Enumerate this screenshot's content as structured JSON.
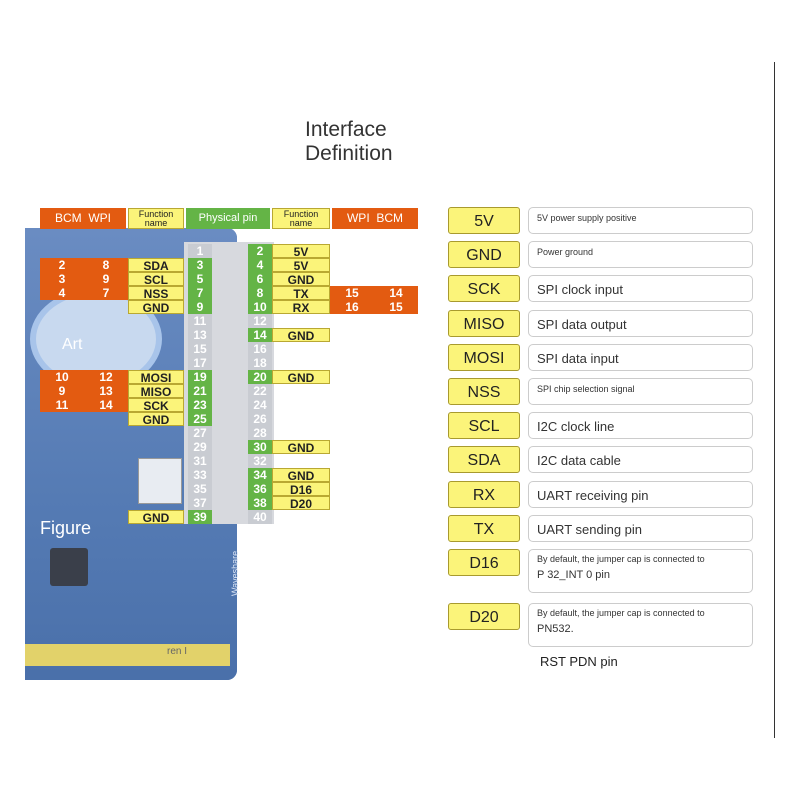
{
  "title": {
    "line1": "Interface",
    "line2": "Definition"
  },
  "header_row": {
    "bcm": "BCM",
    "wpi": "WPI",
    "function_name": "Function name",
    "physical_pin": "Physical pin"
  },
  "board": {
    "art": "Art",
    "figure": "Figure",
    "brand": "Waveshare",
    "ren": "ren I"
  },
  "pins": [
    {
      "left": {
        "fn": "",
        "pin": "1"
      },
      "right": {
        "pin": "2",
        "fn": "5V",
        "wpi": "",
        "bcm": ""
      }
    },
    {
      "left": {
        "bcm": "2",
        "wpi": "8",
        "fn": "SDA",
        "pin": "3"
      },
      "right": {
        "pin": "4",
        "fn": "5V",
        "wpi": "",
        "bcm": ""
      }
    },
    {
      "left": {
        "bcm": "3",
        "wpi": "9",
        "fn": "SCL",
        "pin": "5"
      },
      "right": {
        "pin": "6",
        "fn": "GND",
        "wpi": "",
        "bcm": ""
      }
    },
    {
      "left": {
        "bcm": "4",
        "wpi": "7",
        "fn": "NSS",
        "pin": "7"
      },
      "right": {
        "pin": "8",
        "fn": "TX",
        "wpi": "15",
        "bcm": "14"
      }
    },
    {
      "left": {
        "bcm": "",
        "wpi": "",
        "fn": "GND",
        "pin": "9"
      },
      "right": {
        "pin": "10",
        "fn": "RX",
        "wpi": "16",
        "bcm": "15"
      }
    },
    {
      "left": {
        "fn": "",
        "pin": "11"
      },
      "right": {
        "pin": "12",
        "fn": "",
        "wpi": "",
        "bcm": ""
      }
    },
    {
      "left": {
        "fn": "",
        "pin": "13"
      },
      "right": {
        "pin": "14",
        "fn": "GND",
        "wpi": "",
        "bcm": ""
      }
    },
    {
      "left": {
        "fn": "",
        "pin": "15"
      },
      "right": {
        "pin": "16",
        "fn": "",
        "wpi": "",
        "bcm": ""
      }
    },
    {
      "left": {
        "fn": "",
        "pin": "17"
      },
      "right": {
        "pin": "18",
        "fn": "",
        "wpi": "",
        "bcm": ""
      }
    },
    {
      "left": {
        "bcm": "10",
        "wpi": "12",
        "fn": "MOSI",
        "pin": "19"
      },
      "right": {
        "pin": "20",
        "fn": "GND",
        "wpi": "",
        "bcm": ""
      }
    },
    {
      "left": {
        "bcm": "9",
        "wpi": "13",
        "fn": "MISO",
        "pin": "21"
      },
      "right": {
        "pin": "22",
        "fn": "",
        "wpi": "",
        "bcm": ""
      }
    },
    {
      "left": {
        "bcm": "11",
        "wpi": "14",
        "fn": "SCK",
        "pin": "23"
      },
      "right": {
        "pin": "24",
        "fn": "",
        "wpi": "",
        "bcm": ""
      }
    },
    {
      "left": {
        "bcm": "",
        "wpi": "",
        "fn": "GND",
        "pin": "25"
      },
      "right": {
        "pin": "26",
        "fn": "",
        "wpi": "",
        "bcm": ""
      }
    },
    {
      "left": {
        "fn": "",
        "pin": "27"
      },
      "right": {
        "pin": "28",
        "fn": "",
        "wpi": "",
        "bcm": ""
      }
    },
    {
      "left": {
        "fn": "",
        "pin": "29"
      },
      "right": {
        "pin": "30",
        "fn": "GND",
        "wpi": "",
        "bcm": ""
      }
    },
    {
      "left": {
        "fn": "",
        "pin": "31"
      },
      "right": {
        "pin": "32",
        "fn": "",
        "wpi": "",
        "bcm": ""
      }
    },
    {
      "left": {
        "fn": "",
        "pin": "33"
      },
      "right": {
        "pin": "34",
        "fn": "GND",
        "wpi": "",
        "bcm": ""
      }
    },
    {
      "left": {
        "fn": "",
        "pin": "35"
      },
      "right": {
        "pin": "36",
        "fn": "D16",
        "wpi": "",
        "bcm": ""
      }
    },
    {
      "left": {
        "fn": "",
        "pin": "37"
      },
      "right": {
        "pin": "38",
        "fn": "D20",
        "wpi": "",
        "bcm": ""
      }
    },
    {
      "left": {
        "bcm": "",
        "wpi": "",
        "fn": "GND",
        "pin": "39"
      },
      "right": {
        "pin": "40",
        "fn": "",
        "wpi": "",
        "bcm": ""
      }
    }
  ],
  "legend": [
    {
      "key": "5V",
      "desc": "5V power supply positive",
      "size": "small"
    },
    {
      "key": "GND",
      "desc": "Power ground",
      "size": "small"
    },
    {
      "key": "SCK",
      "desc": "SPI clock input",
      "size": "mid"
    },
    {
      "key": "MISO",
      "desc": "SPI data output",
      "size": "mid"
    },
    {
      "key": "MOSI",
      "desc": "SPI data input",
      "size": "mid"
    },
    {
      "key": "NSS",
      "desc": "SPI chip selection signal",
      "size": "small"
    },
    {
      "key": "SCL",
      "desc": "I2C clock line",
      "size": "mid"
    },
    {
      "key": "SDA",
      "desc": "I2C data cable",
      "size": "mid"
    },
    {
      "key": "RX",
      "desc": "UART receiving pin",
      "size": "mid"
    },
    {
      "key": "TX",
      "desc": "UART sending pin",
      "size": "mid"
    },
    {
      "key": "D16",
      "desc": "By default, the jumper cap is connected to",
      "desc2": "P 32_INT 0 pin",
      "size": "small"
    },
    {
      "key": "D20",
      "desc": "By default, the jumper cap is connected to",
      "desc2": "PN532.",
      "size": "small"
    }
  ],
  "footer_note": "RST PDN pin"
}
